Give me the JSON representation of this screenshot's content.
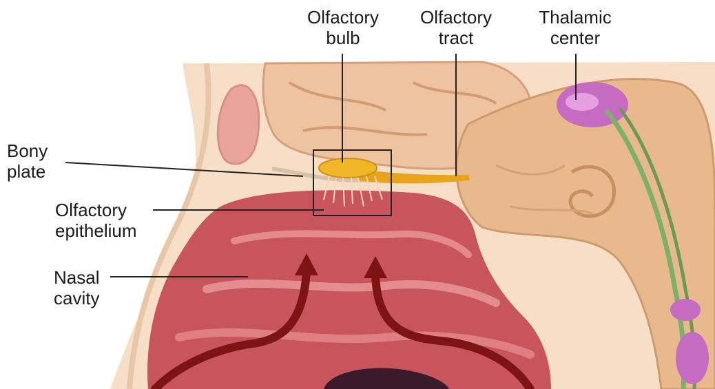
{
  "labels": {
    "olfactory_bulb": [
      "Olfactory",
      "bulb"
    ],
    "olfactory_tract": [
      "Olfactory",
      "tract"
    ],
    "thalamic_center": [
      "Thalamic",
      "center"
    ],
    "bony_plate": [
      "Bony",
      "plate"
    ],
    "olfactory_epithelium": [
      "Olfactory",
      "epithelium"
    ],
    "nasal_cavity": [
      "Nasal",
      "cavity"
    ]
  },
  "colors": {
    "skin": "#f6dfc6",
    "brain": "#e7b98f",
    "nasal_cavity": "#c8555b",
    "olfactory_bulb": "#e8a21c",
    "thalamic_center": "#c66bc2",
    "nerve_tract": "#7fb06a",
    "airflow_arrow": "#7d1414"
  }
}
